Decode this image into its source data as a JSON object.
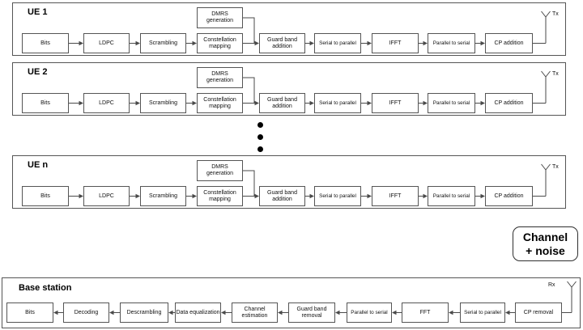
{
  "ue_rows": [
    {
      "title": "UE 1",
      "dmrs_label": "DMRS generation",
      "antenna_label": "Tx",
      "chain": [
        "Bits",
        "LDPC",
        "Scrambling",
        "Constellation mapping",
        "Guard band addition",
        "Serial to parallel",
        "IFFT",
        "Parallel to serial",
        "CP addition"
      ]
    },
    {
      "title": "UE 2",
      "dmrs_label": "DMRS generation",
      "antenna_label": "Tx",
      "chain": [
        "Bits",
        "LDPC",
        "Scrambling",
        "Constellation mapping",
        "Guard band addition",
        "Serial to parallel",
        "IFFT",
        "Parallel to serial",
        "CP addition"
      ]
    },
    {
      "title": "UE n",
      "dmrs_label": "DMRS generation",
      "antenna_label": "Tx",
      "chain": [
        "Bits",
        "LDPC",
        "Scrambling",
        "Constellation mapping",
        "Guard band addition",
        "Serial to parallel",
        "IFFT",
        "Parallel to serial",
        "CP addition"
      ]
    }
  ],
  "separator": {
    "dot_count": 3
  },
  "channel_box": {
    "line1": "Channel",
    "line2": "+ noise"
  },
  "base_station": {
    "title": "Base station",
    "antenna_label": "Rx",
    "chain": [
      "Bits",
      "Decoding",
      "Descrambling",
      "Data equalization",
      "Channel estimation",
      "Guard band removal",
      "Parallel to serial",
      "FFT",
      "Serial to parallel",
      "CP removal"
    ]
  },
  "colors": {
    "line": "#4a4a4a",
    "border": "#555555",
    "text": "#111111",
    "background": "#ffffff"
  }
}
